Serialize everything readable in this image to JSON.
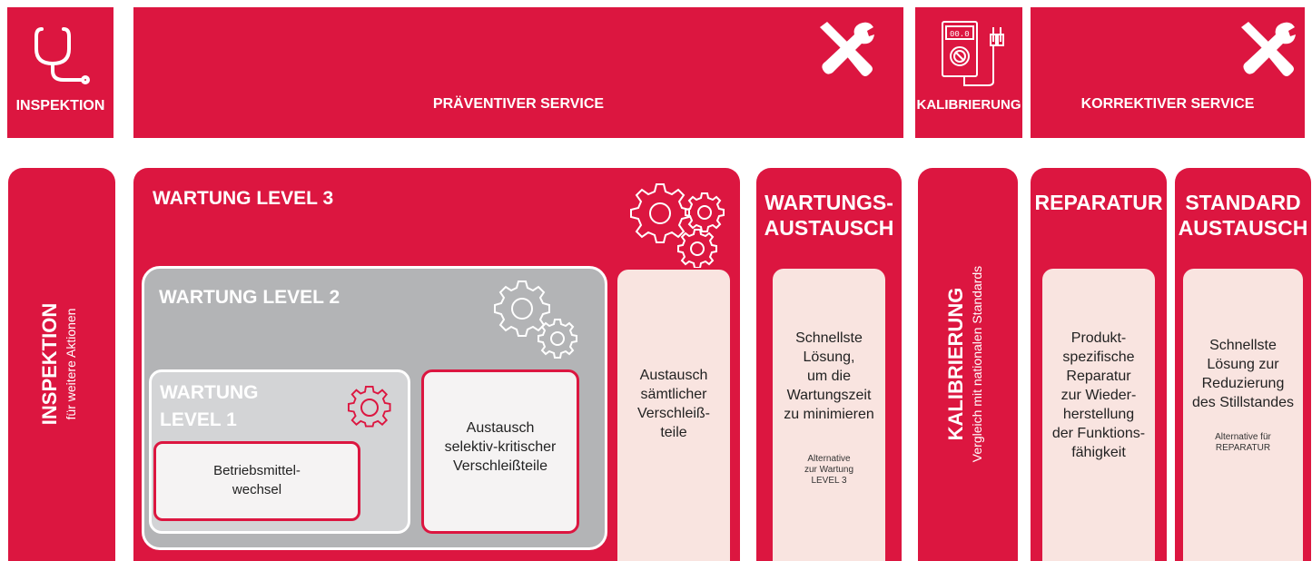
{
  "colors": {
    "brand_red": "#dc1640",
    "pink": "#f9e4e0",
    "grey_dark": "#b3b4b6",
    "grey_light": "#d3d4d6"
  },
  "top": {
    "inspektion": {
      "label": "INSPEKTION",
      "icon": "stethoscope-icon"
    },
    "praeventiv": {
      "label": "PRÄVENTIVER SERVICE",
      "icon": "tools-icon"
    },
    "kalibrierung": {
      "label": "KALIBRIERUNG",
      "icon": "multimeter-icon",
      "display": "00.0"
    },
    "korrektiv": {
      "label": "KORREKTIVER SERVICE",
      "icon": "tools-icon"
    }
  },
  "inspektion_col": {
    "title": "INSPEKTION",
    "subtitle": "für weitere Aktionen"
  },
  "level3": {
    "title": "WARTUNG LEVEL 3",
    "icon": "gears-icon",
    "box_text": "Austausch\nsämtlicher\nVerschleiß-\nteile"
  },
  "level2": {
    "title": "WARTUNG LEVEL 2",
    "icon": "gears-icon",
    "box_text": "Austausch\nselektiv-kritischer\nVerschleißteile"
  },
  "level1": {
    "title_line1": "WARTUNG",
    "title_line2": "LEVEL 1",
    "icon": "gear-icon",
    "box_text": "Betriebsmittel-\nwechsel"
  },
  "wartungsaustausch": {
    "title_line1": "WARTUNGS-",
    "title_line2": "AUSTAUSCH",
    "text": "Schnellste\nLösung,\num die\nWartungszeit\nzu minimieren",
    "note": "Alternative\nzur Wartung\nLEVEL 3"
  },
  "kalibrierung_col": {
    "title": "KALIBRIERUNG",
    "subtitle": "Vergleich mit nationalen Standards"
  },
  "reparatur": {
    "title": "REPARATUR",
    "text": "Produkt-\nspezifische\nReparatur\nzur Wieder-\nherstellung\nder Funktions-\nfähigkeit"
  },
  "standard": {
    "title_line1": "STANDARD",
    "title_line2": "AUSTAUSCH",
    "text": "Schnellste\nLösung zur\nReduzierung\ndes Stillstandes",
    "note": "Alternative für\nREPARATUR"
  }
}
